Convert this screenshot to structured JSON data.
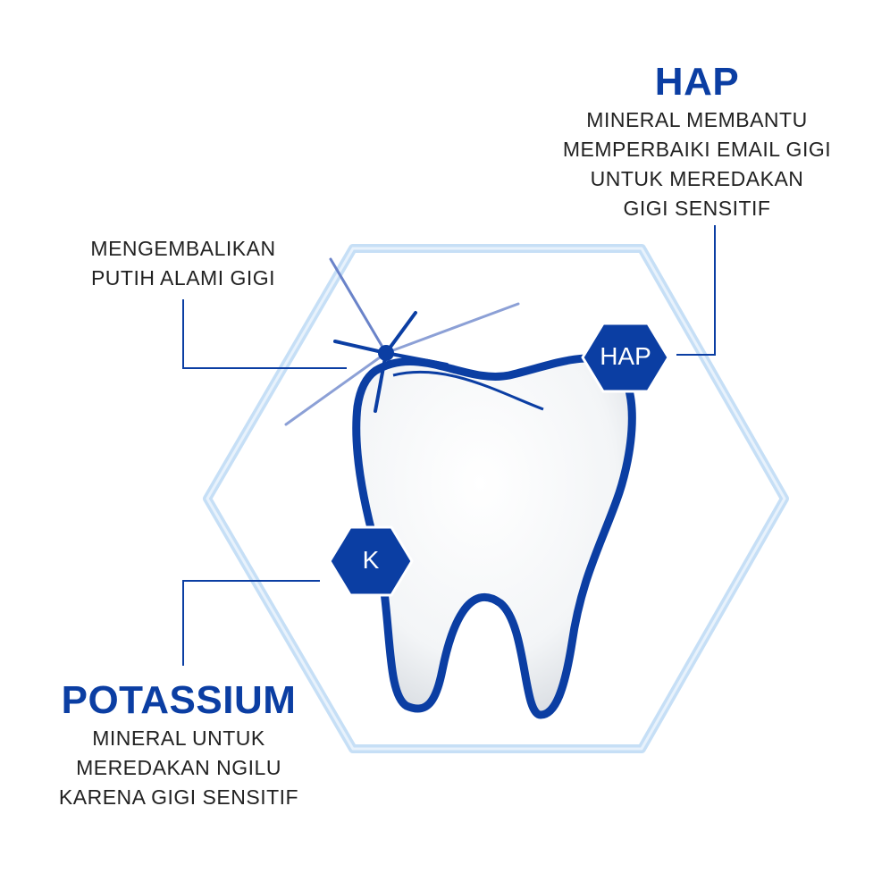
{
  "hap": {
    "title": "HAP",
    "lines": [
      "MINERAL MEMBANTU",
      "MEMPERBAIKI EMAIL GIGI",
      "UNTUK MEREDAKAN",
      "GIGI SENSITIF"
    ],
    "badge": "HAP"
  },
  "whitening": {
    "lines": [
      "MENGEMBALIKAN",
      "PUTIH ALAMI GIGI"
    ]
  },
  "potassium": {
    "title": "POTASSIUM",
    "lines": [
      "MINERAL UNTUK",
      "MEREDAKAN NGILU",
      "KARENA GIGI SENSITIF"
    ],
    "badge": "K"
  },
  "colors": {
    "brand": "#0b3ea3",
    "hex_outline": "#bcd8f3"
  }
}
